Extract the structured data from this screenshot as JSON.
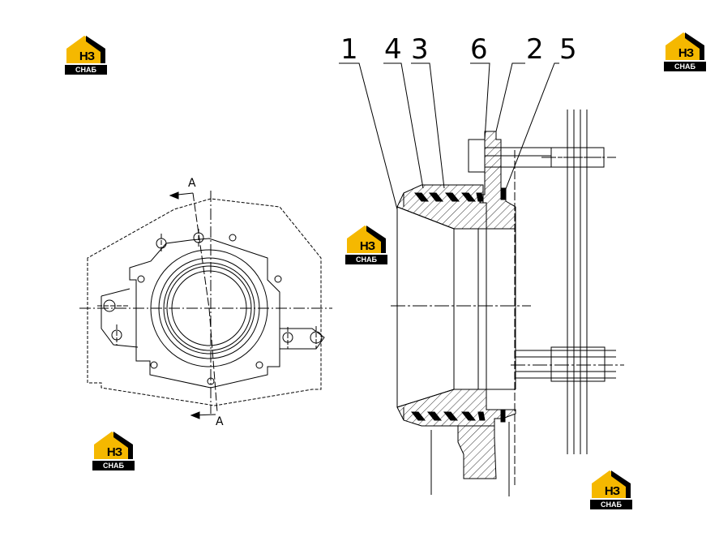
{
  "logo": {
    "main_text": "НЗ",
    "sub_text": "СНАБ"
  },
  "callouts": [
    "1",
    "4",
    "3",
    "6",
    "2",
    "5"
  ],
  "section_marker": "A"
}
